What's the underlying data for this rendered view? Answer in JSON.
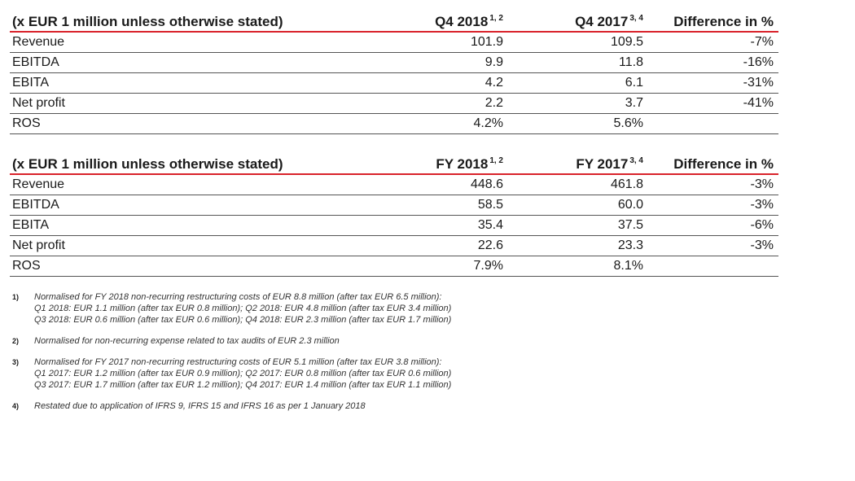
{
  "tables": [
    {
      "header": {
        "label": "(x EUR 1 million unless otherwise stated)",
        "col1": "Q4 2018",
        "col1_sup": "1, 2",
        "col2": "Q4 2017",
        "col2_sup": "3, 4",
        "col3": "Difference in %"
      },
      "rows": [
        {
          "label": "Revenue",
          "a": "101.9",
          "b": "109.5",
          "c": "-7%"
        },
        {
          "label": "EBITDA",
          "a": "9.9",
          "b": "11.8",
          "c": "-16%"
        },
        {
          "label": "EBITA",
          "a": "4.2",
          "b": "6.1",
          "c": "-31%"
        },
        {
          "label": "Net profit",
          "a": "2.2",
          "b": "3.7",
          "c": "-41%"
        },
        {
          "label": "ROS",
          "a": "4.2%",
          "b": "5.6%",
          "c": ""
        }
      ]
    },
    {
      "header": {
        "label": "(x EUR 1 million unless otherwise stated)",
        "col1": "FY 2018",
        "col1_sup": "1, 2",
        "col2": "FY 2017",
        "col2_sup": "3, 4",
        "col3": "Difference in %"
      },
      "rows": [
        {
          "label": "Revenue",
          "a": "448.6",
          "b": "461.8",
          "c": "-3%"
        },
        {
          "label": "EBITDA",
          "a": "58.5",
          "b": "60.0",
          "c": "-3%"
        },
        {
          "label": "EBITA",
          "a": "35.4",
          "b": "37.5",
          "c": "-6%"
        },
        {
          "label": "Net profit",
          "a": "22.6",
          "b": "23.3",
          "c": "-3%"
        },
        {
          "label": "ROS",
          "a": "7.9%",
          "b": "8.1%",
          "c": ""
        }
      ]
    }
  ],
  "footnotes": [
    {
      "num": "1)",
      "lines": [
        "Normalised for FY 2018 non-recurring restructuring costs of EUR 8.8 million (after tax EUR 6.5 million):",
        "Q1 2018: EUR 1.1 million (after tax EUR 0.8 million); Q2 2018: EUR 4.8 million (after tax EUR 3.4 million)",
        "Q3 2018: EUR 0.6 million (after tax EUR 0.6 million); Q4 2018: EUR 2.3 million (after tax EUR 1.7 million)"
      ]
    },
    {
      "num": "2)",
      "lines": [
        "Normalised for non-recurring expense related to tax audits of EUR 2.3 million"
      ]
    },
    {
      "num": "3)",
      "lines": [
        "Normalised for FY 2017 non-recurring restructuring costs of EUR 5.1 million (after tax EUR 3.8 million):",
        "Q1 2017: EUR 1.2 million (after tax EUR 0.9 million); Q2 2017: EUR 0.8 million (after tax EUR 0.6 million)",
        "Q3 2017: EUR 1.7 million (after tax EUR 1.2 million); Q4 2017: EUR 1.4 million (after tax EUR 1.1 million)"
      ]
    },
    {
      "num": "4)",
      "lines": [
        "Restated due to application of IFRS 9, IFRS 15 and IFRS 16 as per 1 January 2018"
      ]
    }
  ]
}
